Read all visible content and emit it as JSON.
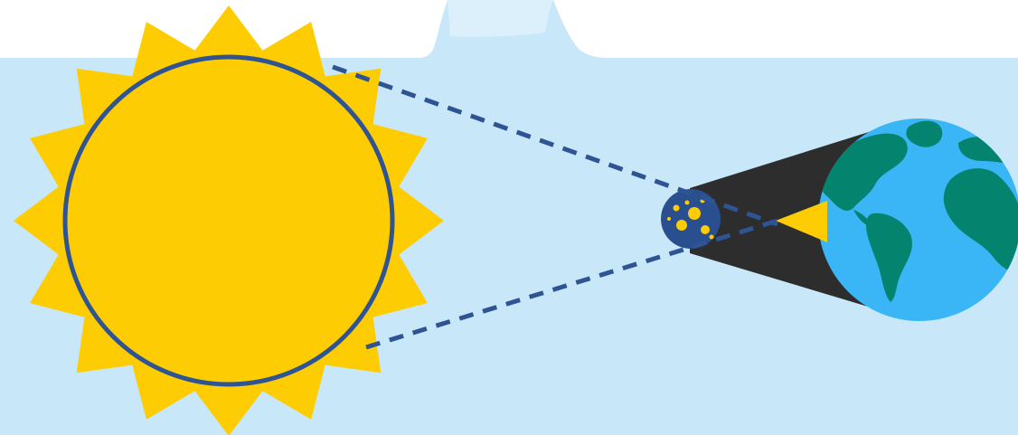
{
  "diagram": {
    "bodies": [
      {
        "id": "sun",
        "icon": "sun-icon"
      },
      {
        "id": "moon",
        "icon": "moon-icon"
      },
      {
        "id": "earth",
        "icon": "earth-icon"
      }
    ],
    "colors": {
      "sky": "#c8e8f9",
      "sun": "#fecc02",
      "outline": "#2e5494",
      "shadow": "#2d2d2d",
      "moon": "#2a4f8f",
      "craters": "#fecc02",
      "ocean": "#3ab6f7",
      "land": "#04846f",
      "paper": "#ffffff"
    }
  }
}
